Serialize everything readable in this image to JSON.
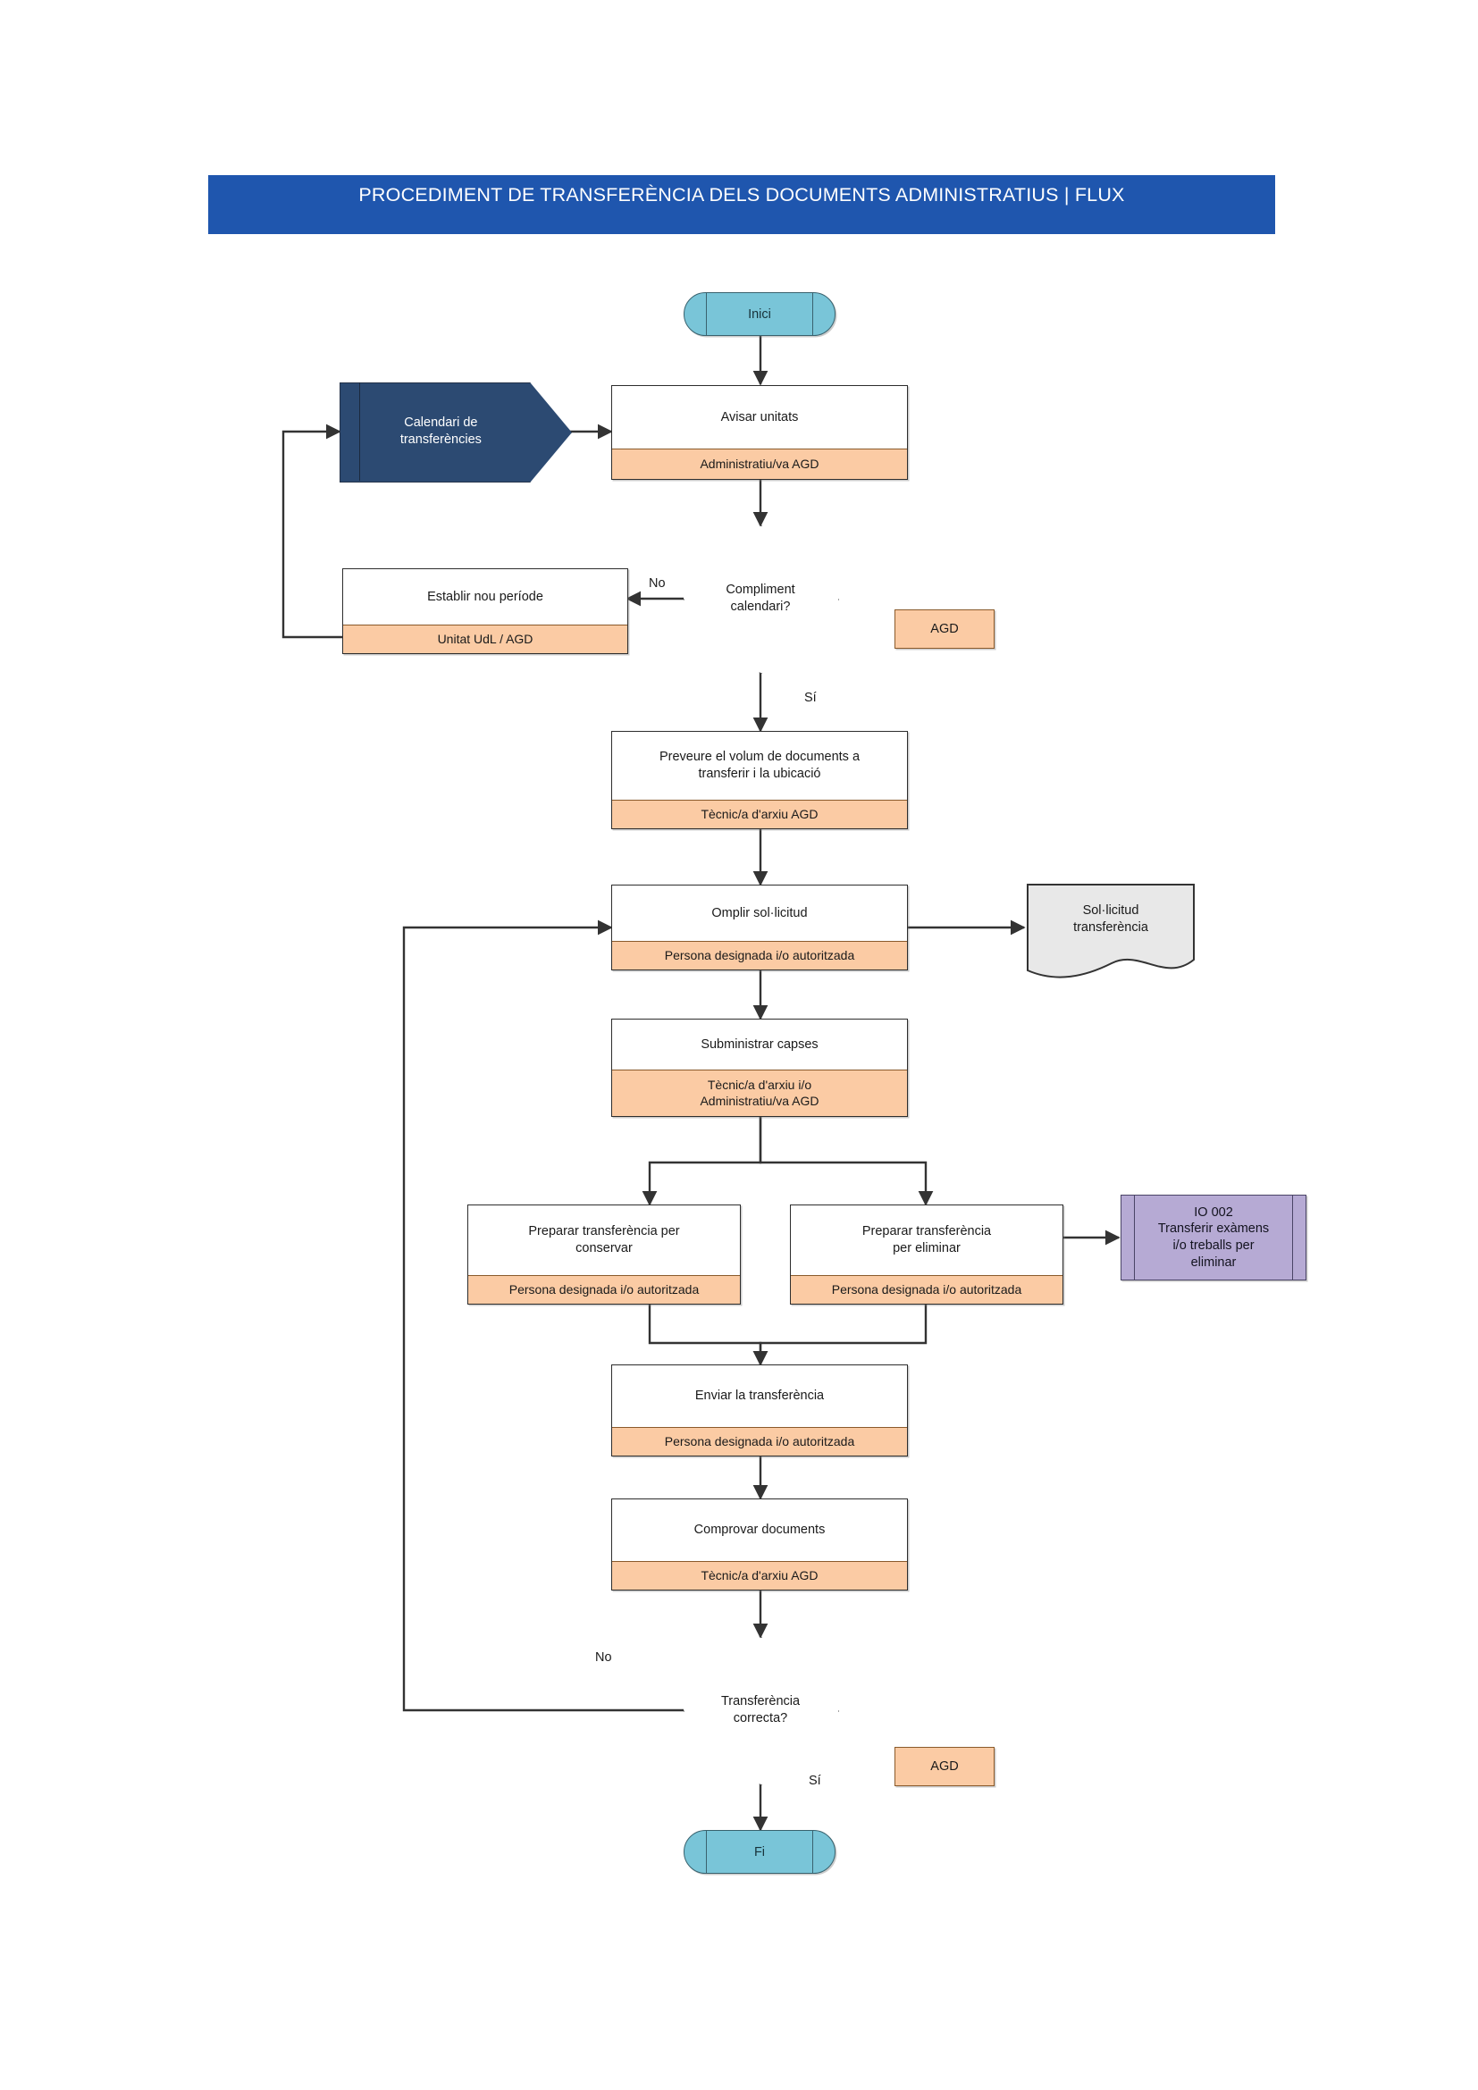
{
  "document": {
    "title": "PROCEDIMENT DE TRANSFERÈNCIA DELS DOCUMENTS ADMINISTRATIUS | FLUX",
    "title_bar_color": "#1F56AE",
    "title_text_color": "#FFFFFF"
  },
  "palette": {
    "terminator_fill": "#79C5D8",
    "role_strip_fill": "#FBCBA4",
    "input_shape_fill": "#2C4A72",
    "predefined_process_fill": "#B6AAD4",
    "document_shape_fill": "#E8E8E8",
    "process_fill": "#FFFFFF",
    "line_color": "#333333"
  },
  "chart_data": {
    "type": "diagram",
    "subtype": "flowchart",
    "title": "PROCEDIMENT DE TRANSFERÈNCIA DELS DOCUMENTS ADMINISTRATIUS | FLUX",
    "nodes": [
      {
        "id": "inici",
        "shape": "terminator",
        "label": "Inici",
        "role": ""
      },
      {
        "id": "calendari",
        "shape": "input-pentagon",
        "label": "Calendari de transferències",
        "role": ""
      },
      {
        "id": "avisar",
        "shape": "process",
        "label": "Avisar unitats",
        "role": "Administratiu/va AGD"
      },
      {
        "id": "compliment",
        "shape": "decision",
        "label": "Compliment calendari?",
        "role": ""
      },
      {
        "id": "establir",
        "shape": "process",
        "label": "Establir nou període",
        "role": "Unitat UdL / AGD"
      },
      {
        "id": "agd-top",
        "shape": "tag",
        "label": "AGD",
        "role": ""
      },
      {
        "id": "preveure",
        "shape": "process",
        "label": "Preveure el volum de documents a transferir i la ubicació",
        "role": "Tècnic/a d'arxiu AGD"
      },
      {
        "id": "omplir",
        "shape": "process",
        "label": "Omplir sol·licitud",
        "role": "Persona designada i/o autoritzada"
      },
      {
        "id": "solicitud-doc",
        "shape": "document",
        "label": "Sol·licitud transferència",
        "role": ""
      },
      {
        "id": "subministrar",
        "shape": "process",
        "label": "Subministrar capses",
        "role": "Tècnic/a d'arxiu i/o Administratiu/va AGD"
      },
      {
        "id": "prep-conservar",
        "shape": "process",
        "label": "Preparar transferència per conservar",
        "role": "Persona designada i/o autoritzada"
      },
      {
        "id": "prep-eliminar",
        "shape": "process",
        "label": "Preparar transferència per eliminar",
        "role": "Persona designada i/o autoritzada"
      },
      {
        "id": "io002",
        "shape": "predefined-process",
        "label": "IO 002 Transferir exàmens i/o treballs per eliminar",
        "role": ""
      },
      {
        "id": "enviar",
        "shape": "process",
        "label": "Enviar la transferència",
        "role": "Persona designada i/o autoritzada"
      },
      {
        "id": "comprovar",
        "shape": "process",
        "label": "Comprovar documents",
        "role": "Tècnic/a d'arxiu AGD"
      },
      {
        "id": "correcta",
        "shape": "decision",
        "label": "Transferència correcta?",
        "role": ""
      },
      {
        "id": "agd-bottom",
        "shape": "tag",
        "label": "AGD",
        "role": ""
      },
      {
        "id": "fi",
        "shape": "terminator",
        "label": "Fi",
        "role": ""
      }
    ],
    "edges": [
      {
        "from": "inici",
        "to": "avisar",
        "label": ""
      },
      {
        "from": "calendari",
        "to": "avisar",
        "label": ""
      },
      {
        "from": "avisar",
        "to": "compliment",
        "label": ""
      },
      {
        "from": "compliment",
        "to": "establir",
        "label": "No"
      },
      {
        "from": "establir",
        "to": "calendari",
        "label": ""
      },
      {
        "from": "compliment",
        "to": "preveure",
        "label": "Sí"
      },
      {
        "from": "preveure",
        "to": "omplir",
        "label": ""
      },
      {
        "from": "omplir",
        "to": "solicitud-doc",
        "label": ""
      },
      {
        "from": "omplir",
        "to": "subministrar",
        "label": ""
      },
      {
        "from": "subministrar",
        "to": "prep-conservar",
        "label": ""
      },
      {
        "from": "subministrar",
        "to": "prep-eliminar",
        "label": ""
      },
      {
        "from": "prep-eliminar",
        "to": "io002",
        "label": ""
      },
      {
        "from": "prep-conservar",
        "to": "enviar",
        "label": ""
      },
      {
        "from": "prep-eliminar",
        "to": "enviar",
        "label": ""
      },
      {
        "from": "enviar",
        "to": "comprovar",
        "label": ""
      },
      {
        "from": "comprovar",
        "to": "correcta",
        "label": ""
      },
      {
        "from": "correcta",
        "to": "omplir",
        "label": "No"
      },
      {
        "from": "correcta",
        "to": "fi",
        "label": "Sí"
      }
    ]
  },
  "nodes": {
    "inici": {
      "label": "Inici"
    },
    "calendari": {
      "line1": "Calendari de",
      "line2": "transferències"
    },
    "avisar": {
      "label": "Avisar unitats",
      "role": "Administratiu/va AGD"
    },
    "compliment": {
      "line1": "Compliment",
      "line2": "calendari?"
    },
    "establir": {
      "label": "Establir nou període",
      "role": "Unitat UdL / AGD"
    },
    "agd_top": {
      "label": "AGD"
    },
    "preveure": {
      "line1": "Preveure el volum de documents a",
      "line2": "transferir i la ubicació",
      "role": "Tècnic/a d'arxiu AGD"
    },
    "omplir": {
      "label": "Omplir sol·licitud",
      "role": "Persona designada i/o autoritzada"
    },
    "solicitud_doc": {
      "line1": "Sol·licitud",
      "line2": "transferència"
    },
    "subministrar": {
      "label": "Subministrar capses",
      "role_line1": "Tècnic/a d'arxiu i/o",
      "role_line2": "Administratiu/va AGD"
    },
    "prep_conservar": {
      "line1": "Preparar transferència per",
      "line2": "conservar",
      "role": "Persona designada i/o autoritzada"
    },
    "prep_eliminar": {
      "line1": "Preparar transferència",
      "line2": "per eliminar",
      "role": "Persona designada i/o autoritzada"
    },
    "io002": {
      "line1": "IO 002",
      "line2": "Transferir exàmens",
      "line3": "i/o treballs per",
      "line4": "eliminar"
    },
    "enviar": {
      "label": "Enviar la transferència",
      "role": "Persona designada i/o autoritzada"
    },
    "comprovar": {
      "label": "Comprovar documents",
      "role": "Tècnic/a d'arxiu AGD"
    },
    "correcta": {
      "line1": "Transferència",
      "line2": "correcta?"
    },
    "agd_bottom": {
      "label": "AGD"
    },
    "fi": {
      "label": "Fi"
    }
  },
  "edge_labels": {
    "no_calendari": "No",
    "si_calendari": "Sí",
    "no_correcta": "No",
    "si_correcta": "Sí"
  }
}
